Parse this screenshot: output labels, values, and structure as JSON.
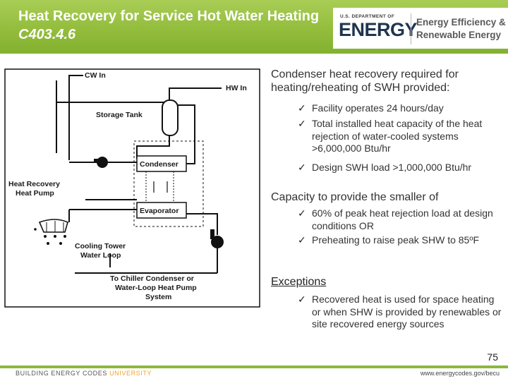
{
  "slide": {
    "title_line1": "Heat Recovery for Service Hot Water Heating",
    "title_line2": "C403.4.6",
    "page_number": "75"
  },
  "logo": {
    "doe_small": "U.S. DEPARTMENT OF",
    "doe_big": "ENERGY",
    "eere_line1": "Energy Efficiency &",
    "eere_line2": "Renewable Energy"
  },
  "diagram": {
    "cw_in": "CW In",
    "hw_in": "HW In",
    "storage_tank": "Storage Tank",
    "condenser": "Condenser",
    "heat_recovery_heat_pump": [
      "Heat Recovery",
      "Heat Pump"
    ],
    "evaporator": "Evaporator",
    "cooling_tower_water_loop": [
      "Cooling Tower",
      "Water Loop"
    ],
    "to_chiller": [
      "To Chiller Condenser or",
      "Water-Loop Heat Pump",
      "System"
    ]
  },
  "content": {
    "intro": "Condenser heat recovery required for heating/reheating of SWH provided:",
    "requirements": [
      "Facility operates 24 hours/day",
      "Total installed heat capacity of the heat rejection of water-cooled systems >6,000,000 Btu/hr",
      "Design SWH load >1,000,000 Btu/hr"
    ],
    "capacity_heading": "Capacity to provide the smaller of",
    "capacity_items": [
      "60% of peak heat rejection load at design conditions OR",
      "Preheating to raise peak SHW to 85ºF"
    ],
    "exceptions_heading": "Exceptions",
    "exceptions_items": [
      "Recovered heat is used for space heating or when SHW is provided by renewables or site recovered energy sources"
    ],
    "check_glyph": "✓"
  },
  "footer": {
    "org_part1": "BUILDING ENERGY CODES ",
    "org_part2": "UNIVERSITY",
    "url": "www.energycodes.gov/becu"
  },
  "colors": {
    "header_green": "#93bd3d",
    "footer_accent": "#f0a22e",
    "doe_navy": "#1f3550"
  }
}
